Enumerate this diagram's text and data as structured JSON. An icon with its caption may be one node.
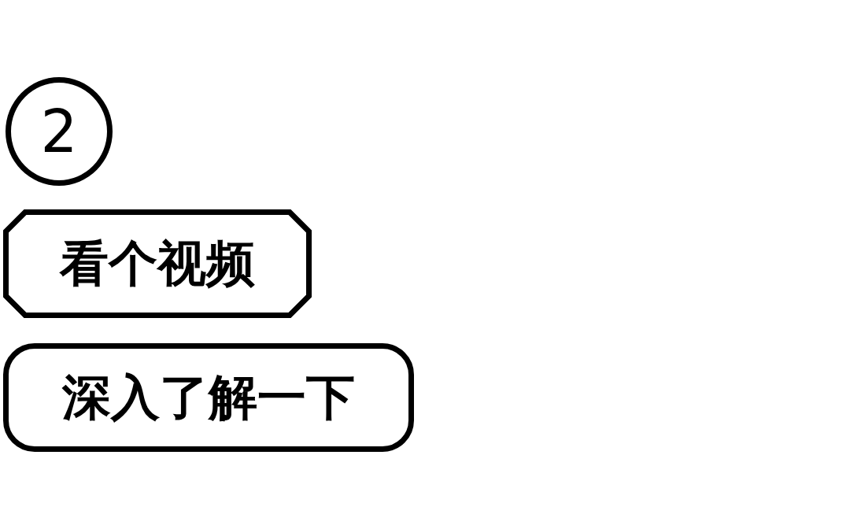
{
  "diagram": {
    "nodes": [
      {
        "text": [
          "2"
        ]
      },
      {
        "text": [
          "看个视频"
        ]
      },
      {
        "text": [
          "深入了解一下"
        ]
      }
    ]
  }
}
